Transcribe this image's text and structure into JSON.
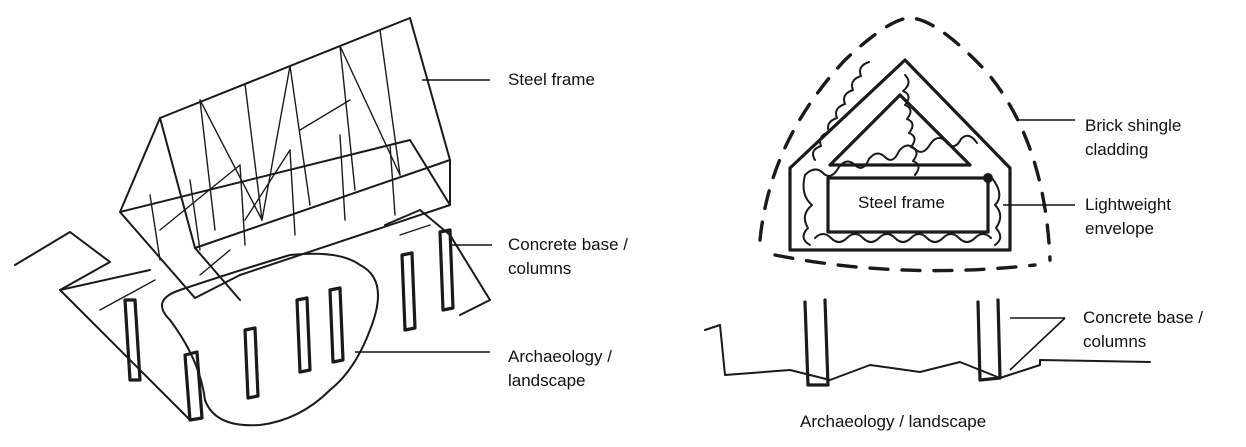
{
  "left_sketch": {
    "labels": {
      "steel_frame": "Steel frame",
      "concrete_base_line1": "Concrete base /",
      "concrete_base_line2": "columns",
      "archaeology_line1": "Archaeology /",
      "archaeology_line2": "landscape"
    }
  },
  "right_sketch": {
    "labels": {
      "brick_line1": "Brick shingle",
      "brick_line2": "cladding",
      "lightweight_line1": "Lightweight",
      "lightweight_line2": "envelope",
      "steel_frame": "Steel frame",
      "concrete_base_line1": "Concrete base /",
      "concrete_base_line2": "columns",
      "archaeology": "Archaeology / landscape"
    }
  },
  "colors": {
    "ink": "#1a1a1a",
    "background": "#ffffff"
  }
}
